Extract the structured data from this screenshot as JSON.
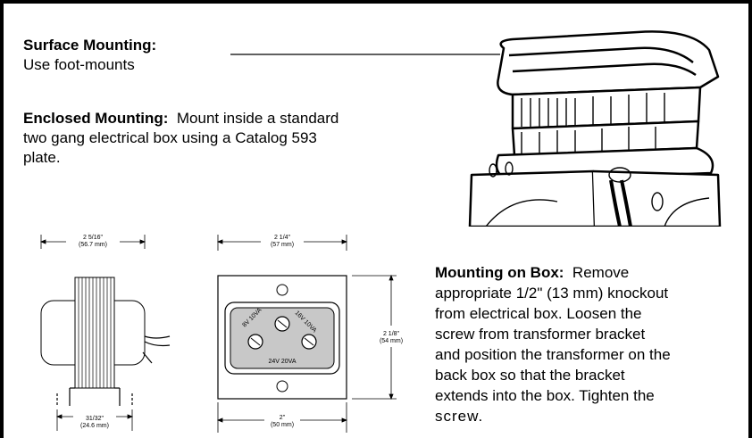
{
  "surface": {
    "heading": "Surface Mounting:",
    "text": "Use foot-mounts"
  },
  "enclosed": {
    "heading": "Enclosed Mounting:",
    "text_1": "Mount inside a standard",
    "text_2": "two gang electrical box using a Catalog 593",
    "text_3": "plate."
  },
  "mounting_box": {
    "heading": "Mounting on Box:",
    "line_1": "Remove",
    "line_2": "appropriate 1/2\" (13 mm) knockout",
    "line_3": "from electrical box.  Loosen the",
    "line_4": "screw from transformer bracket",
    "line_5": "and position the transformer on the",
    "line_6": "back box so that the bracket",
    "line_7": "extends into the box.  Tighten the",
    "line_8": "screw."
  },
  "side_view": {
    "width_in": "2 5/16\"",
    "width_mm": "(56.7 mm)",
    "foot_in": "31/32\"",
    "foot_mm": "(24.6 mm)"
  },
  "front_view": {
    "width_in": "2 1/4\"",
    "width_mm": "(57 mm)",
    "height_in": "2 1/8\"",
    "height_mm": "(54 mm)",
    "bottom_in": "2\"",
    "bottom_mm": "(50 mm)",
    "terminal_8v": "8V 10VA",
    "terminal_16v": "16V 10VA",
    "terminal_24v": "24V 20VA"
  }
}
